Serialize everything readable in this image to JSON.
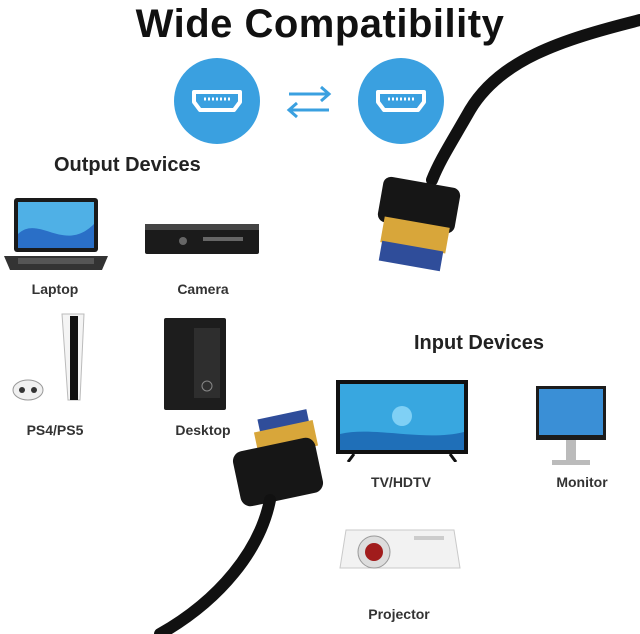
{
  "title": "Wide Compatibility",
  "sections": {
    "output": "Output Devices",
    "input": "Input Devices"
  },
  "output_devices": [
    "Laptop",
    "Camera",
    "PS4/PS5",
    "Desktop"
  ],
  "input_devices": [
    "TV/HDTV",
    "Monitor",
    "Projector"
  ],
  "colors": {
    "accent_blue": "#3aa0e0",
    "cable": "#111111",
    "gold": "#d8a63a"
  },
  "icons": [
    "hdmi-port-icon",
    "bidirectional-arrows-icon",
    "hdmi-port-icon"
  ]
}
